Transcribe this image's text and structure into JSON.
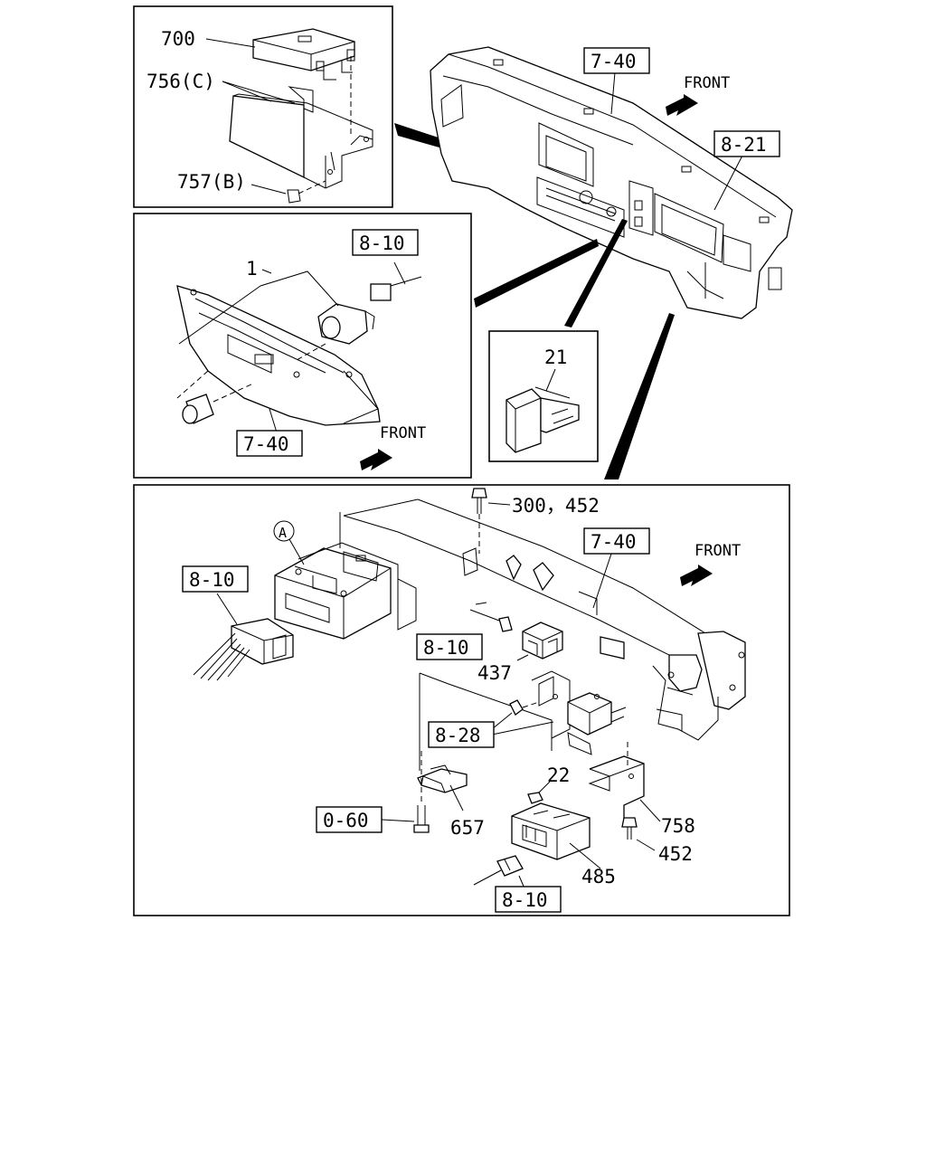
{
  "panels": {
    "top_left": {
      "labels": {
        "p700": "700",
        "p756": "756(C)",
        "p757": "757(B)"
      }
    },
    "dashboard": {
      "ref_7_40": "7-40",
      "ref_8_21": "8-21",
      "front": "FRONT"
    },
    "middle_left": {
      "ref_8_10": "8-10",
      "p1": "1",
      "ref_7_40": "7-40",
      "front": "FRONT"
    },
    "small": {
      "p21": "21"
    },
    "bottom": {
      "p300_452": "300，452",
      "circle_a": "A",
      "ref_7_40": "7-40",
      "front": "FRONT",
      "ref_8_10_a": "8-10",
      "ref_8_10_b": "8-10",
      "p437": "437",
      "ref_8_28": "8-28",
      "p22": "22",
      "ref_0_60": "0-60",
      "p657": "657",
      "p758": "758",
      "p452": "452",
      "p485": "485",
      "ref_8_10_c": "8-10"
    }
  }
}
